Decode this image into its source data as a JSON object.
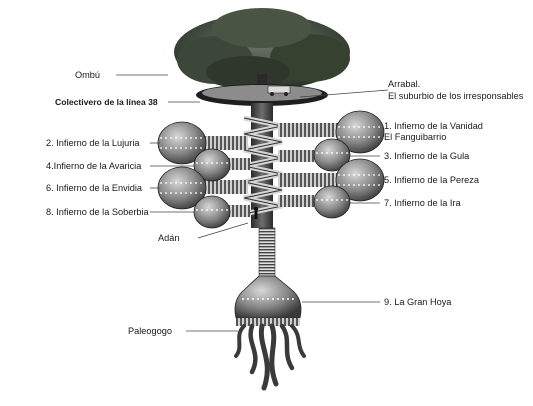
{
  "labels": {
    "ombu": "Ombú",
    "colectivero": "Colectivero de la línea 38",
    "arrabal": "Arrabal.",
    "suburbio": "El suburbio de los irresponsables",
    "inf1a": "1. Infierno de la Vanidad",
    "inf1b": "El Fanguibarrio",
    "inf2": "2. Infierno de la Lujuria",
    "inf3": "3. Infierno de la Gula",
    "inf4": "4.Infierno de la Avaricia",
    "inf5": "5. Infierno de la Pereza",
    "inf6": "6. Infierno de la Envidia",
    "inf7": "7. Infierno de la Ira",
    "inf8": "8. Infierno de la Soberbia",
    "adan": "Adán",
    "hoya": "9. La Gran Hoya",
    "paleogogo": "Paleogogo"
  },
  "colors": {
    "line": "#444444",
    "orb_light": "#b8b8b8",
    "orb_dark": "#3a3a3a",
    "tree": "#3f4a3a"
  }
}
